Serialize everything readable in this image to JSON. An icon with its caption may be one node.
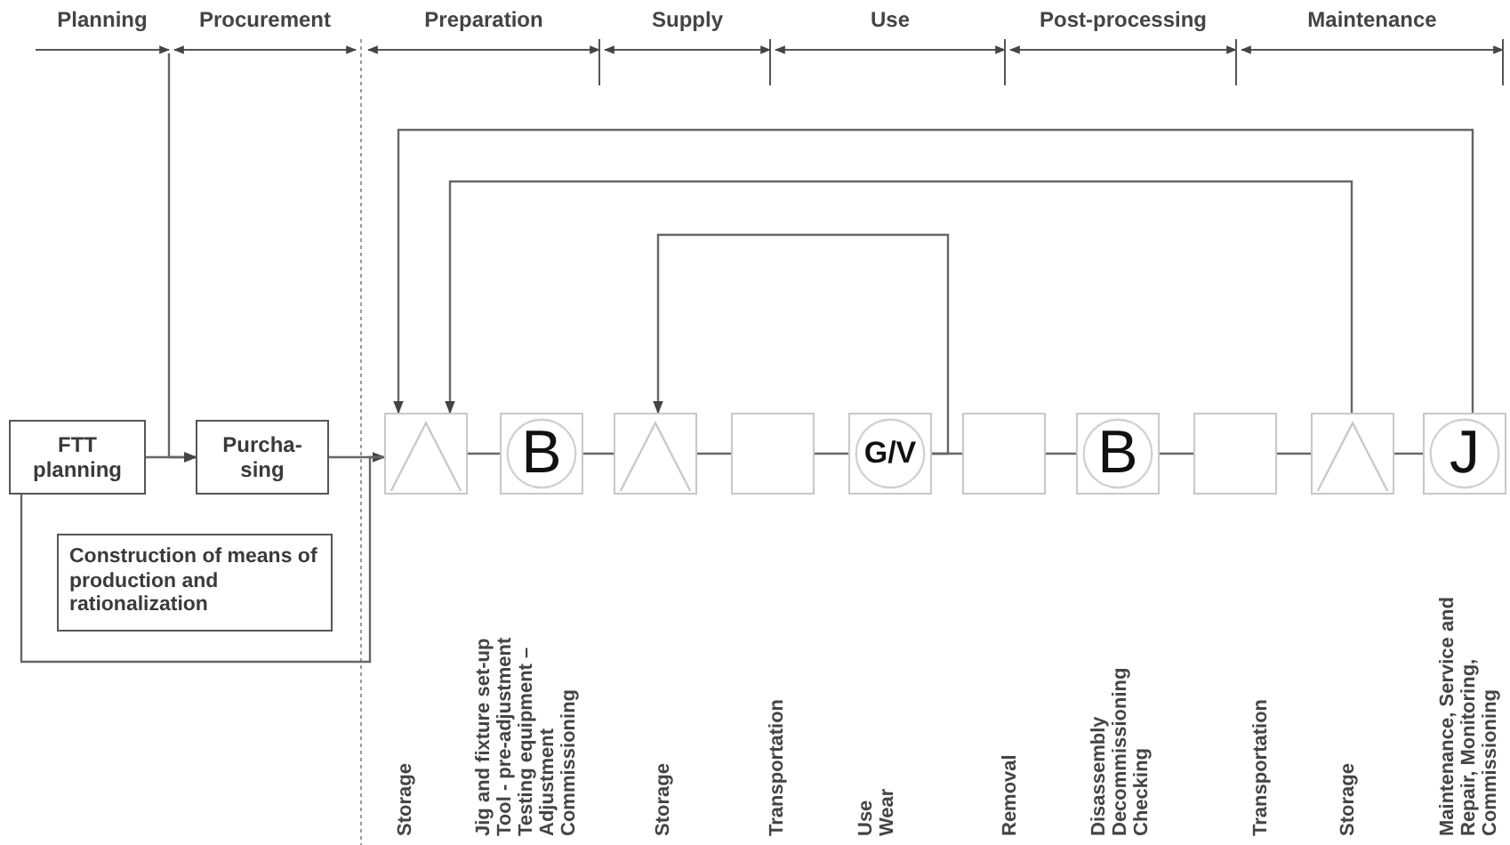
{
  "diagram": {
    "nodes": [
      {
        "text": [
          "FTT planning"
        ]
      },
      {
        "text": [
          "Purcha-sing"
        ]
      },
      {
        "text": [
          "Construction of means of production and rationalization"
        ]
      },
      {
        "text": [],
        "shape": "triangle"
      },
      {
        "text": [
          "B"
        ]
      },
      {
        "text": [],
        "shape": "triangle"
      },
      {
        "text": [],
        "shape": "box"
      },
      {
        "text": [
          "G/V"
        ]
      },
      {
        "text": [],
        "shape": "box"
      },
      {
        "text": [
          "B"
        ]
      },
      {
        "text": [],
        "shape": "box"
      },
      {
        "text": [],
        "shape": "triangle"
      },
      {
        "text": [
          "J"
        ]
      }
    ],
    "edges": [
      {
        "from": 0,
        "to": 1,
        "arrow": "to"
      },
      {
        "from": null,
        "to": 1,
        "arrow": "to"
      },
      {
        "from": 0,
        "to": 3,
        "arrow": "to"
      },
      {
        "from": 1,
        "to": 3,
        "arrow": "none"
      },
      {
        "from": 3,
        "to": 4,
        "arrow": "none"
      },
      {
        "from": 4,
        "to": 5,
        "arrow": "none"
      },
      {
        "from": 5,
        "to": 6,
        "arrow": "none"
      },
      {
        "from": 6,
        "to": 7,
        "arrow": "none"
      },
      {
        "from": 7,
        "to": 8,
        "arrow": "none"
      },
      {
        "from": 8,
        "to": 9,
        "arrow": "none"
      },
      {
        "from": 9,
        "to": 10,
        "arrow": "none"
      },
      {
        "from": 10,
        "to": 11,
        "arrow": "none"
      },
      {
        "from": 11,
        "to": 12,
        "arrow": "none"
      },
      {
        "from": 7,
        "to": 5,
        "arrow": "to"
      },
      {
        "from": 11,
        "to": 3,
        "arrow": "to"
      },
      {
        "from": 12,
        "to": 3,
        "arrow": "to"
      }
    ],
    "labels": [
      "Planning",
      "Procurement",
      "Preparation",
      "Supply",
      "Use",
      "Post-processing",
      "Maintenance",
      "Storage",
      "Jig and fixture set-up Tool - pre-adjustment Testing equipment – Adjustment Commissioning",
      "Storage",
      "Transportation",
      "Use Wear",
      "Removal",
      "Disassembly Decommissioning Checking",
      "Transportation",
      "Storage",
      "Maintenance, Service and Repair, Monitoring, Commissioning"
    ]
  }
}
